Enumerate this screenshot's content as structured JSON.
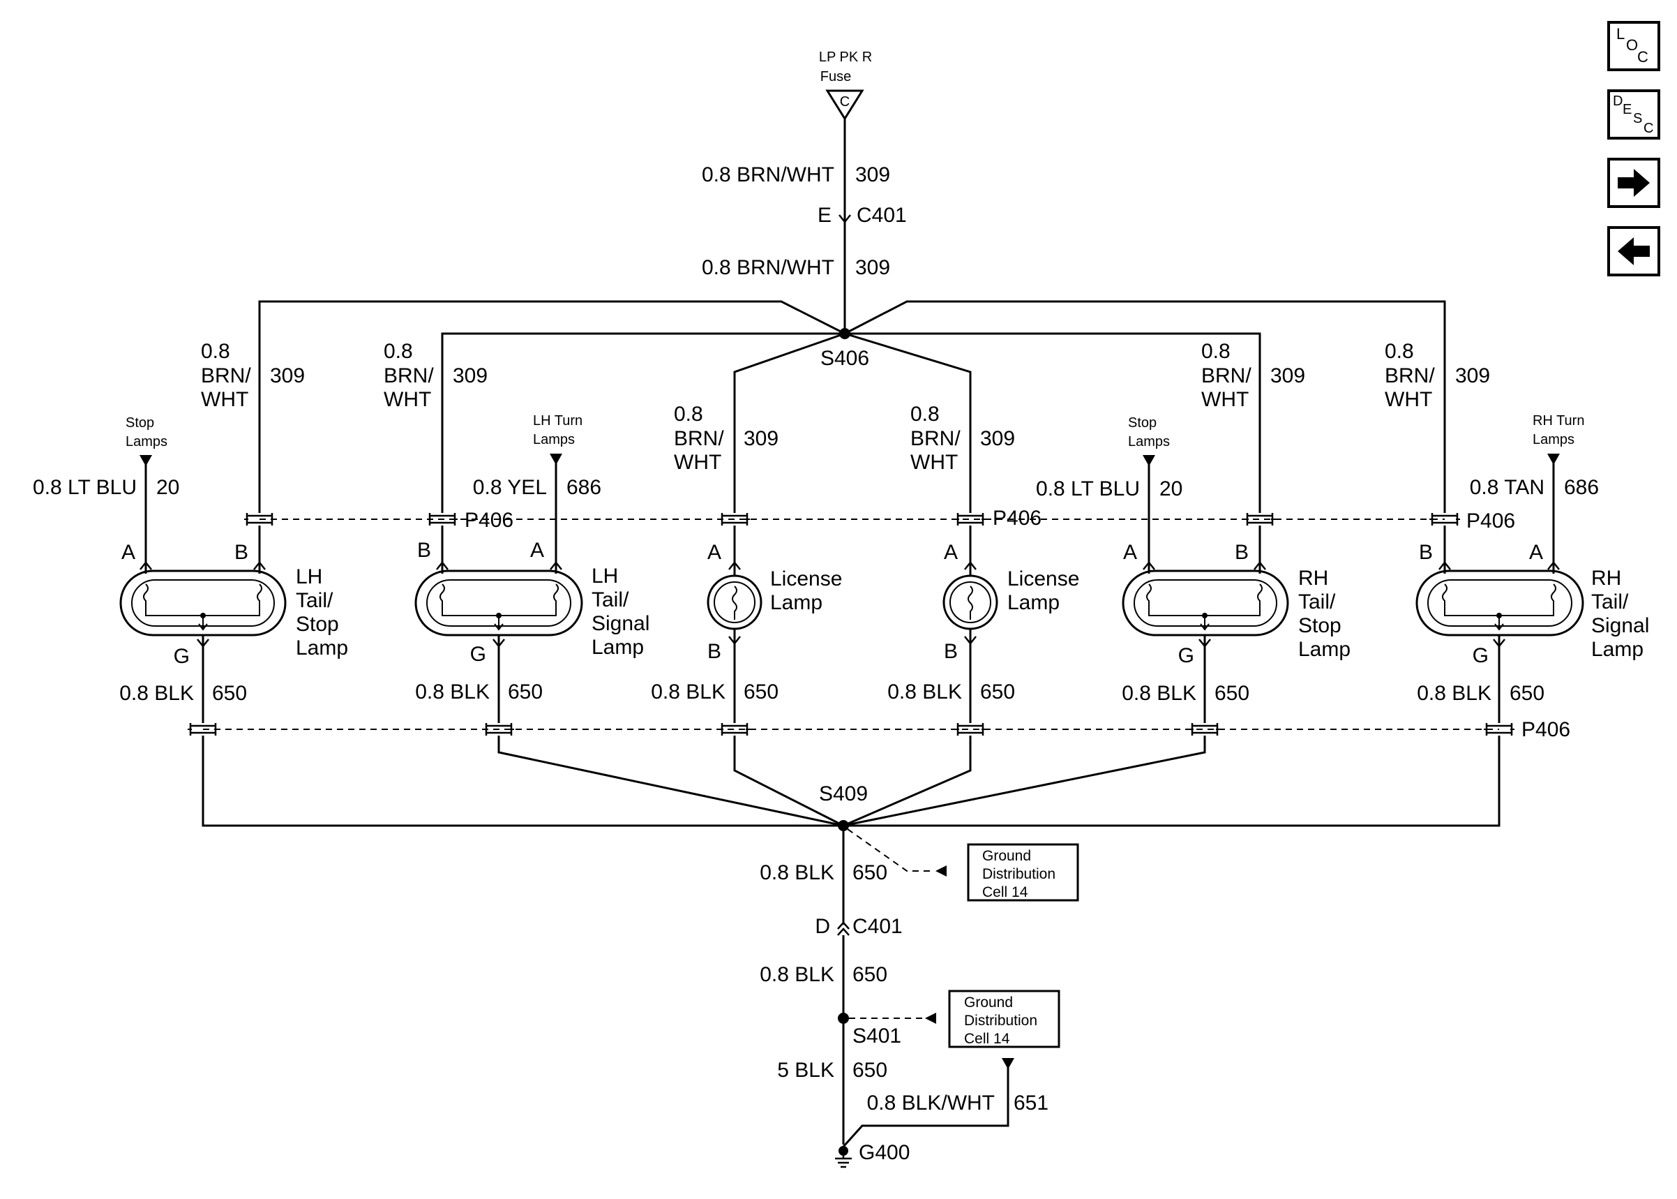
{
  "top_fuse": {
    "line1": "LP PK R",
    "line2": "Fuse",
    "connector_letter": "C"
  },
  "feed": {
    "wire_upper": "0.8 BRN/WHT",
    "circuit_upper": "309",
    "connector_pin": "E",
    "connector": "C401",
    "wire_lower": "0.8 BRN/WHT",
    "circuit_lower": "309"
  },
  "splice_top": "S406",
  "splice_ground": "S409",
  "branch_wire": {
    "size": "0.8",
    "color_a": "BRN/",
    "color_b": "WHT",
    "circuit": "309"
  },
  "ground_wire": {
    "label": "0.8 BLK",
    "circuit": "650"
  },
  "inline_connector": "P406",
  "stop_lamps_ref": {
    "line1": "Stop",
    "line2": "Lamps"
  },
  "lh_turn_ref": {
    "line1": "LH Turn",
    "line2": "Lamps"
  },
  "rh_turn_ref": {
    "line1": "RH Turn",
    "line2": "Lamps"
  },
  "stop_wire": {
    "label": "0.8 LT BLU",
    "circuit": "20"
  },
  "lh_turn_wire": {
    "label": "0.8 YEL",
    "circuit": "686"
  },
  "rh_turn_wire": {
    "label": "0.8 TAN",
    "circuit": "686"
  },
  "pins": {
    "a": "A",
    "b": "B",
    "g": "G"
  },
  "lamps": {
    "lh_tail_stop": {
      "l1": "LH",
      "l2": "Tail/",
      "l3": "Stop",
      "l4": "Lamp"
    },
    "lh_tail_signal": {
      "l1": "LH",
      "l2": "Tail/",
      "l3": "Signal",
      "l4": "Lamp"
    },
    "license_1": {
      "l1": "License",
      "l2": "Lamp"
    },
    "license_2": {
      "l1": "License",
      "l2": "Lamp"
    },
    "rh_tail_stop": {
      "l1": "RH",
      "l2": "Tail/",
      "l3": "Stop",
      "l4": "Lamp"
    },
    "rh_tail_signal": {
      "l1": "RH",
      "l2": "Tail/",
      "l3": "Signal",
      "l4": "Lamp"
    }
  },
  "ground_path": {
    "wire1": "0.8 BLK",
    "circuit1": "650",
    "pin_d": "D",
    "connector": "C401",
    "wire2": "0.8 BLK",
    "circuit2": "650",
    "splice": "S401",
    "wire3": "5 BLK",
    "circuit3": "650",
    "wire4": "0.8 BLK/WHT",
    "circuit4": "651",
    "ground": "G400"
  },
  "ground_distribution": {
    "line1": "Ground",
    "line2": "Distribution",
    "line3": "Cell 14"
  },
  "nav": {
    "loc": {
      "l1": "L",
      "l2": "O",
      "l3": "C"
    },
    "desc": {
      "l1": "D",
      "l2": "E",
      "l3": "S",
      "l4": "C"
    },
    "next_icon": "arrow-right-icon",
    "prev_icon": "arrow-left-icon"
  }
}
